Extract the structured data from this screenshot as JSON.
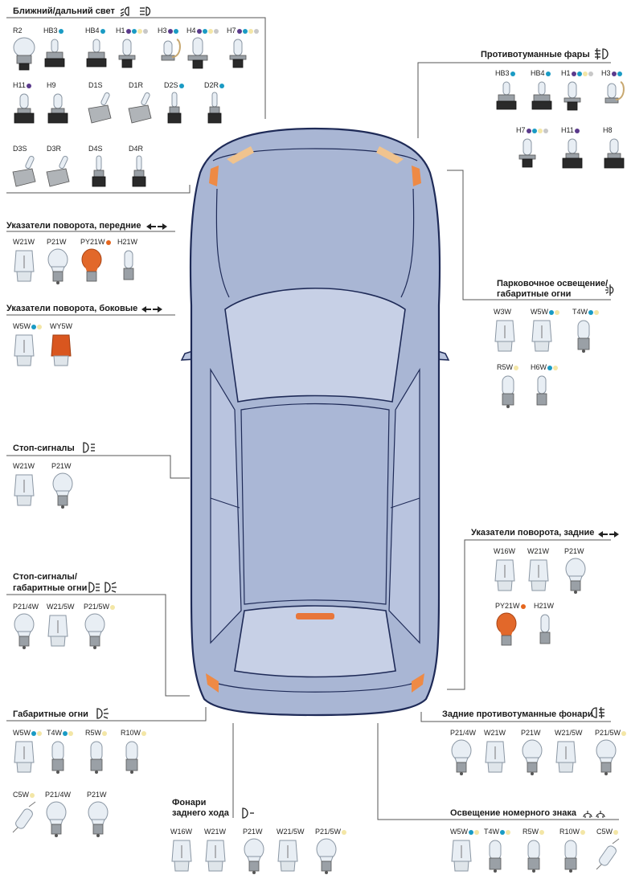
{
  "colors": {
    "dot_blue": "#1a9bc4",
    "dot_purple": "#5b3a8c",
    "dot_orange": "#e5661e",
    "dot_yellow": "#f3e6a6",
    "dot_gray": "#c8c8c8",
    "car_body": "#a9b6d4",
    "car_outline": "#1e2a57",
    "glass": "#c7d0e6"
  },
  "sections": {
    "headlights": {
      "title": "Ближний/дальний свет",
      "icon": "low-high-beam-icon",
      "bulbs": [
        {
          "label": "R2",
          "dots": [],
          "type": "halogen-cap"
        },
        {
          "label": "HB3",
          "dots": [
            "blue"
          ],
          "type": "hb"
        },
        {
          "label": "HB4",
          "dots": [
            "blue"
          ],
          "type": "hb"
        },
        {
          "label": "H1",
          "dots": [
            "purple",
            "blue",
            "yellow",
            "gray"
          ],
          "type": "h-small"
        },
        {
          "label": "H3",
          "dots": [
            "purple",
            "blue"
          ],
          "type": "h3"
        },
        {
          "label": "H4",
          "dots": [
            "purple",
            "blue",
            "yellow",
            "gray"
          ],
          "type": "h4"
        },
        {
          "label": "H7",
          "dots": [
            "purple",
            "blue",
            "yellow",
            "gray"
          ],
          "type": "h-small"
        },
        {
          "label": "H11",
          "dots": [
            "purple"
          ],
          "type": "h11"
        },
        {
          "label": "H9",
          "dots": [],
          "type": "h11"
        },
        {
          "label": "D1S",
          "dots": [],
          "type": "xenon-box"
        },
        {
          "label": "D1R",
          "dots": [],
          "type": "xenon-box"
        },
        {
          "label": "D2S",
          "dots": [
            "blue"
          ],
          "type": "xenon"
        },
        {
          "label": "D2R",
          "dots": [
            "blue"
          ],
          "type": "xenon"
        },
        {
          "label": "D3S",
          "dots": [],
          "type": "xenon-box"
        },
        {
          "label": "D3R",
          "dots": [],
          "type": "xenon-box"
        },
        {
          "label": "D4S",
          "dots": [],
          "type": "xenon"
        },
        {
          "label": "D4R",
          "dots": [],
          "type": "xenon"
        }
      ]
    },
    "front_turn": {
      "title": "Указатели поворота, передние",
      "icon": "turn-signal-icon",
      "bulbs": [
        {
          "label": "W21W",
          "dots": [],
          "type": "wedge"
        },
        {
          "label": "P21W",
          "dots": [],
          "type": "bayonet"
        },
        {
          "label": "PY21W",
          "dots": [
            "orange"
          ],
          "type": "bayonet-amber"
        },
        {
          "label": "H21W",
          "dots": [],
          "type": "small"
        }
      ]
    },
    "side_turn": {
      "title": "Указатели поворота, боковые",
      "icon": "turn-signal-icon",
      "bulbs": [
        {
          "label": "W5W",
          "dots": [
            "blue",
            "yellow"
          ],
          "type": "wedge"
        },
        {
          "label": "WY5W",
          "dots": [],
          "type": "wedge-amber"
        }
      ]
    },
    "stop": {
      "title": "Стоп-сигналы",
      "icon": "stop-light-icon",
      "bulbs": [
        {
          "label": "W21W",
          "dots": [],
          "type": "wedge"
        },
        {
          "label": "P21W",
          "dots": [],
          "type": "bayonet"
        }
      ]
    },
    "stop_tail": {
      "title_line1": "Стоп-сигналы/",
      "title_line2": "габаритные огни",
      "icon": "stop-tail-light-icon",
      "bulbs": [
        {
          "label": "P21/4W",
          "dots": [],
          "type": "bayonet"
        },
        {
          "label": "W21/5W",
          "dots": [],
          "type": "wedge"
        },
        {
          "label": "P21/5W",
          "dots": [
            "yellow"
          ],
          "type": "bayonet"
        }
      ]
    },
    "side_markers": {
      "title": "Габаритные огни",
      "icon": "position-light-icon",
      "bulbs": [
        {
          "label": "W5W",
          "dots": [
            "blue",
            "yellow"
          ],
          "type": "wedge"
        },
        {
          "label": "T4W",
          "dots": [
            "blue",
            "yellow"
          ],
          "type": "bayonet-small"
        },
        {
          "label": "R5W",
          "dots": [
            "yellow"
          ],
          "type": "bayonet-small"
        },
        {
          "label": "R10W",
          "dots": [
            "yellow"
          ],
          "type": "bayonet-small"
        },
        {
          "label": "C5W",
          "dots": [
            "yellow"
          ],
          "type": "festoon"
        },
        {
          "label": "P21/4W",
          "dots": [],
          "type": "bayonet"
        },
        {
          "label": "P21W",
          "dots": [],
          "type": "bayonet"
        }
      ]
    },
    "reverse": {
      "title_line1": "Фонари",
      "title_line2": "заднего хода",
      "icon": "reverse-light-icon",
      "bulbs": [
        {
          "label": "W16W",
          "dots": [],
          "type": "wedge"
        },
        {
          "label": "W21W",
          "dots": [],
          "type": "wedge"
        },
        {
          "label": "P21W",
          "dots": [],
          "type": "bayonet"
        },
        {
          "label": "W21/5W",
          "dots": [],
          "type": "wedge"
        },
        {
          "label": "P21/5W",
          "dots": [
            "yellow"
          ],
          "type": "bayonet"
        }
      ]
    },
    "fog": {
      "title": "Противотуманные фары",
      "icon": "front-fog-icon",
      "bulbs": [
        {
          "label": "HB3",
          "dots": [
            "blue"
          ],
          "type": "hb"
        },
        {
          "label": "HB4",
          "dots": [
            "blue"
          ],
          "type": "hb"
        },
        {
          "label": "H1",
          "dots": [
            "purple",
            "blue",
            "yellow",
            "gray"
          ],
          "type": "h-small"
        },
        {
          "label": "H3",
          "dots": [
            "purple",
            "blue"
          ],
          "type": "h3"
        },
        {
          "label": "H7",
          "dots": [
            "purple",
            "blue",
            "yellow",
            "gray"
          ],
          "type": "h-small"
        },
        {
          "label": "H11",
          "dots": [
            "purple"
          ],
          "type": "h11"
        },
        {
          "label": "H8",
          "dots": [],
          "type": "h11"
        }
      ]
    },
    "parking": {
      "title_line1": "Парковочное освещение/",
      "title_line2": "габаритные огни",
      "icon": "parking-light-icon",
      "bulbs": [
        {
          "label": "W3W",
          "dots": [],
          "type": "wedge"
        },
        {
          "label": "W5W",
          "dots": [
            "blue",
            "yellow"
          ],
          "type": "wedge"
        },
        {
          "label": "T4W",
          "dots": [
            "blue",
            "yellow"
          ],
          "type": "bayonet-small"
        },
        {
          "label": "R5W",
          "dots": [
            "yellow"
          ],
          "type": "bayonet-small"
        },
        {
          "label": "H6W",
          "dots": [
            "blue",
            "yellow"
          ],
          "type": "small"
        }
      ]
    },
    "rear_turn": {
      "title": "Указатели поворота, задние",
      "icon": "turn-signal-icon",
      "bulbs": [
        {
          "label": "W16W",
          "dots": [],
          "type": "wedge"
        },
        {
          "label": "W21W",
          "dots": [],
          "type": "wedge"
        },
        {
          "label": "P21W",
          "dots": [],
          "type": "bayonet"
        },
        {
          "label": "PY21W",
          "dots": [
            "orange"
          ],
          "type": "bayonet-amber"
        },
        {
          "label": "H21W",
          "dots": [],
          "type": "small"
        }
      ]
    },
    "rear_fog": {
      "title": "Задние противотуманные фонари",
      "icon": "rear-fog-icon",
      "bulbs": [
        {
          "label": "P21/4W",
          "dots": [],
          "type": "bayonet"
        },
        {
          "label": "W21W",
          "dots": [],
          "type": "wedge"
        },
        {
          "label": "P21W",
          "dots": [],
          "type": "bayonet"
        },
        {
          "label": "W21/5W",
          "dots": [],
          "type": "wedge"
        },
        {
          "label": "P21/5W",
          "dots": [
            "yellow"
          ],
          "type": "bayonet"
        }
      ]
    },
    "plate": {
      "title": "Освещение номерного знака",
      "icon": "license-plate-light-icon",
      "bulbs": [
        {
          "label": "W5W",
          "dots": [
            "blue",
            "yellow"
          ],
          "type": "wedge"
        },
        {
          "label": "T4W",
          "dots": [
            "blue",
            "yellow"
          ],
          "type": "bayonet-small"
        },
        {
          "label": "R5W",
          "dots": [
            "yellow"
          ],
          "type": "bayonet-small"
        },
        {
          "label": "R10W",
          "dots": [
            "yellow"
          ],
          "type": "bayonet-small"
        },
        {
          "label": "C5W",
          "dots": [
            "yellow"
          ],
          "type": "festoon"
        }
      ]
    }
  }
}
